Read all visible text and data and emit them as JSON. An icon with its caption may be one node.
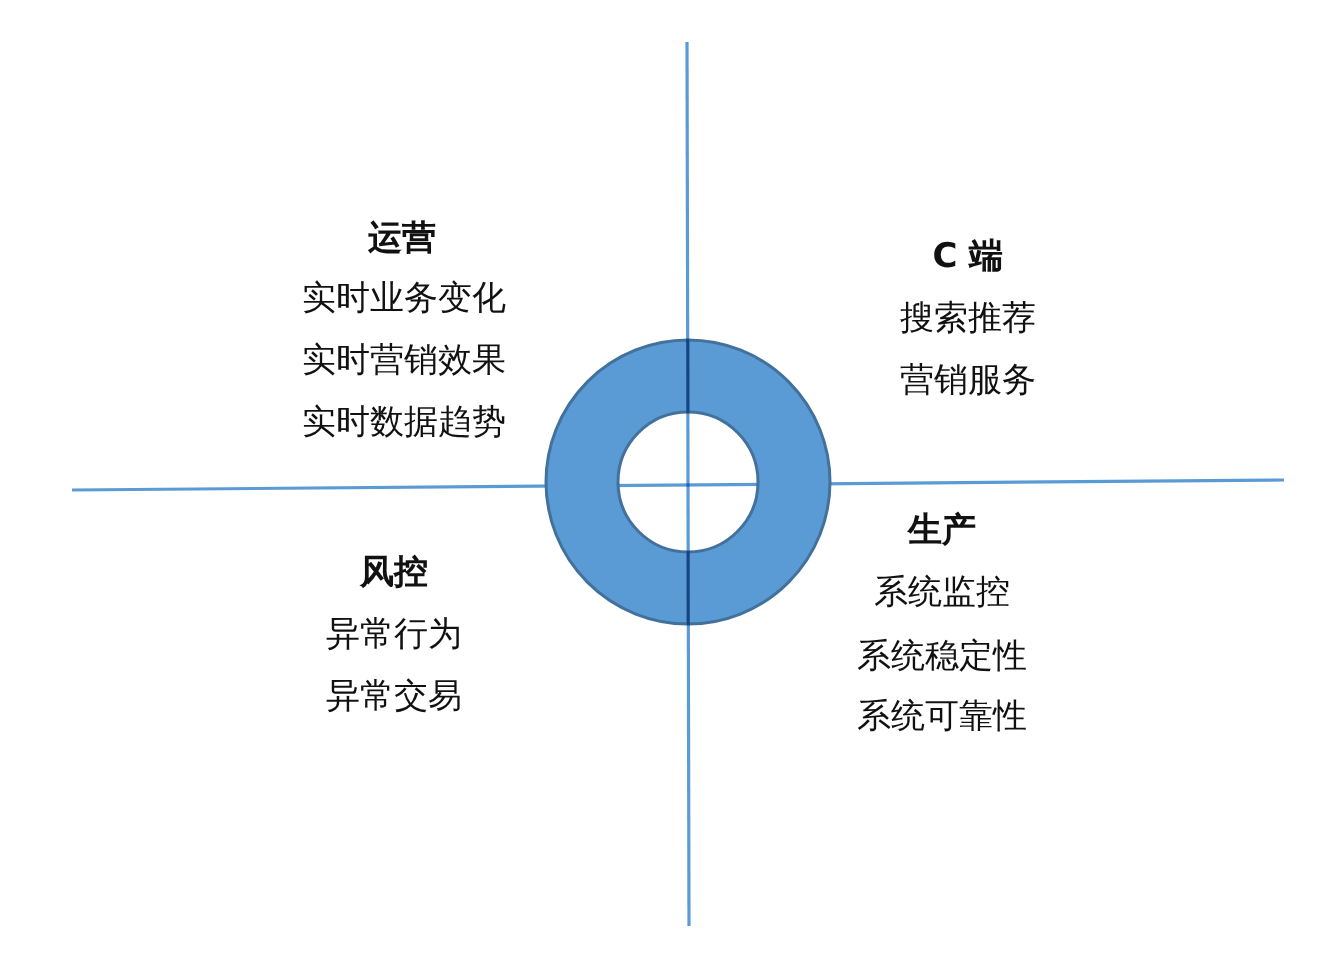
{
  "diagram": {
    "nodes": [
      {
        "text": [],
        "shape": "ring"
      }
    ],
    "labels": [
      "运营",
      "实时业务变化",
      "实时营销效果",
      "实时数据趋势",
      "C 端",
      "搜索推荐",
      "营销服务",
      "风控",
      "异常行为",
      "异常交易",
      "生产",
      "系统监控",
      "系统稳定性",
      "系统可靠性"
    ]
  }
}
